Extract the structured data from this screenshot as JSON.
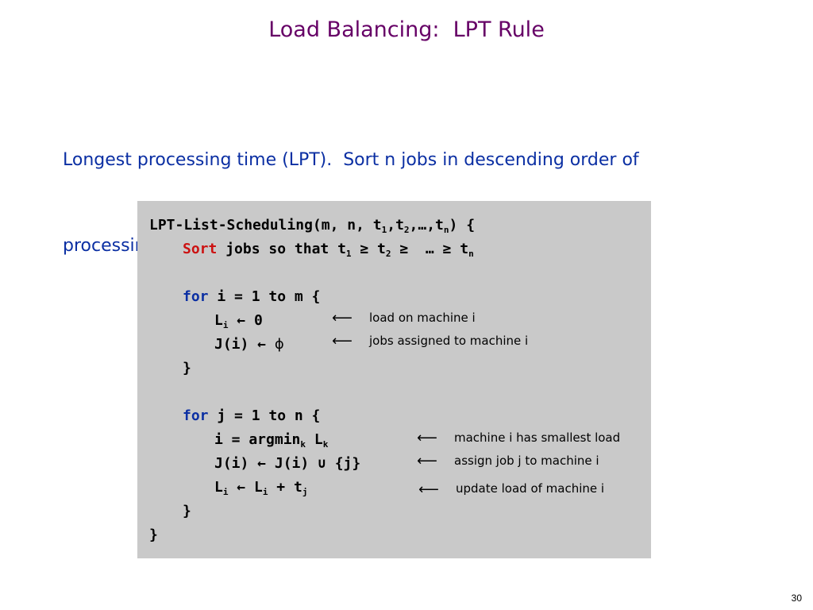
{
  "slide": {
    "title": "Load Balancing:  LPT Rule",
    "intro_line1": "Longest processing time (LPT).  Sort n jobs in descending order of",
    "intro_line2": "processing time, and then run list scheduling algorithm.",
    "page_number": "30"
  },
  "code": {
    "header_name": "LPT-List-Scheduling(m, n, t",
    "header_sub1": "1",
    "header_comma1": ",t",
    "header_sub2": "2",
    "header_ellipsis": ",…,t",
    "header_subn": "n",
    "header_close": ") {",
    "sort_keyword": "Sort",
    "sort_text": " jobs so that t",
    "sort_sub1": "1",
    "sort_geq1": " ≥ t",
    "sort_sub2": "2",
    "sort_geq2": " ≥  … ≥ t",
    "sort_subn": "n",
    "for1_keyword": "for",
    "for1_text": " i = 1 to m {",
    "init_L": "L",
    "init_L_sub": "i",
    "init_L_rest": " ← 0",
    "init_J": "J(i) ← ",
    "init_J_phi": "ϕ",
    "close1": "}",
    "for2_keyword": "for",
    "for2_text": " j = 1 to n {",
    "argmin_text": "i = argmin",
    "argmin_sub": "k",
    "argmin_L": " L",
    "argmin_L_sub": "k",
    "assign_text": "J(i) ← J(i) ∪ {j}",
    "update_L": "L",
    "update_L_sub": "i",
    "update_mid": " ← L",
    "update_mid_sub": "i",
    "update_plus": " + t",
    "update_t_sub": "j",
    "close2": "}",
    "close3": "}"
  },
  "annotations": {
    "arrow_glyph": "⟵",
    "load_on_machine": "load on machine i",
    "jobs_assigned": "jobs assigned to machine i",
    "smallest_load": "machine i has smallest load",
    "assign_job": "assign job j to machine i",
    "update_load": "update load of machine i"
  },
  "colors": {
    "title": "#660066",
    "intro": "#0b2fa3",
    "keyword_red": "#cc1111",
    "keyword_blue": "#0b2fa3",
    "code_background": "#c9c9c9"
  }
}
